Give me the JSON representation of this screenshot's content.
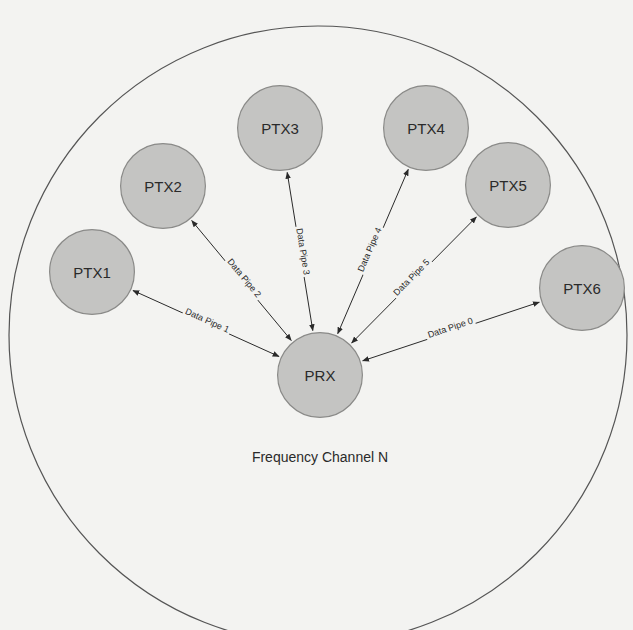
{
  "diagram": {
    "nodes": [
      {
        "text": [
          "Frequency Channel N"
        ]
      },
      {
        "text": [
          "PTX1"
        ],
        "in": 0
      },
      {
        "text": [
          "PTX2"
        ],
        "in": 0
      },
      {
        "text": [
          "PTX3"
        ],
        "in": 0
      },
      {
        "text": [
          "PTX4"
        ],
        "in": 0
      },
      {
        "text": [
          "PTX5"
        ],
        "in": 0
      },
      {
        "text": [
          "PTX6"
        ],
        "in": 0
      },
      {
        "text": [
          "PRX"
        ],
        "in": 0
      }
    ],
    "edges": [
      {
        "from": 7,
        "to": 1,
        "arrow": "both",
        "label": "Data Pipe 1"
      },
      {
        "from": 7,
        "to": 2,
        "arrow": "both",
        "label": "Data Pipe 2"
      },
      {
        "from": 7,
        "to": 3,
        "arrow": "both",
        "label": "Data Pipe 3"
      },
      {
        "from": 7,
        "to": 4,
        "arrow": "both",
        "label": "Data Pipe 4"
      },
      {
        "from": 7,
        "to": 5,
        "arrow": "both",
        "label": "Data Pipe 5"
      },
      {
        "from": 7,
        "to": 6,
        "arrow": "both",
        "label": "Data Pipe 0"
      }
    ]
  }
}
